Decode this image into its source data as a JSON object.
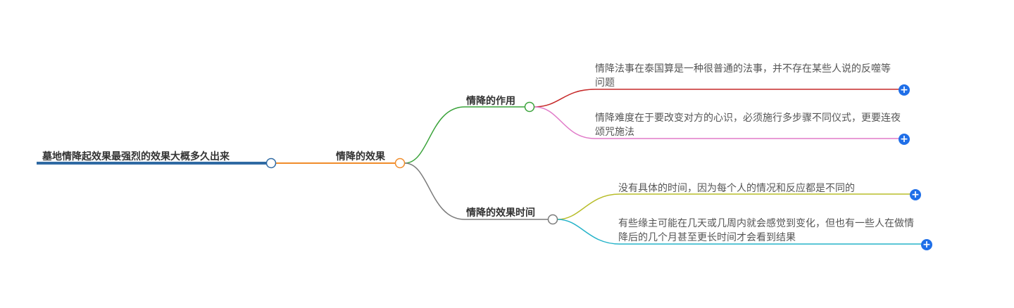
{
  "mindmap": {
    "root": {
      "label": "墓地情降起效果最强烈的效果大概多久出来"
    },
    "level1": {
      "label": "情降的效果"
    },
    "branches": [
      {
        "label": "情降的作用",
        "leaves": [
          "情降法事在泰国算是一种很普通的法事，并不存在某些人说的反噬等问题",
          "情降难度在于要改变对方的心识，必须施行多步骤不同仪式，更要连夜颂咒施法"
        ]
      },
      {
        "label": "情降的效果时间",
        "leaves": [
          "没有具体的时间，因为每个人的情况和反应都是不同的",
          "有些缘主可能在几天或几周内就会感觉到变化，但也有一些人在做情降后的几个月甚至更长时间才会看到结果"
        ]
      }
    ],
    "expand_symbol": "+"
  },
  "colors": {
    "root_line": "#2f6aa3",
    "level1_line": "#f08c2a",
    "branch_top": "#3aa33a",
    "branch_bottom": "#7a7a7a",
    "leaf_red": "#c62828",
    "leaf_pink": "#e07ac8",
    "leaf_olive": "#b8bd2a",
    "leaf_cyan": "#25b3c9",
    "expand_button": "#1f6fe8"
  }
}
